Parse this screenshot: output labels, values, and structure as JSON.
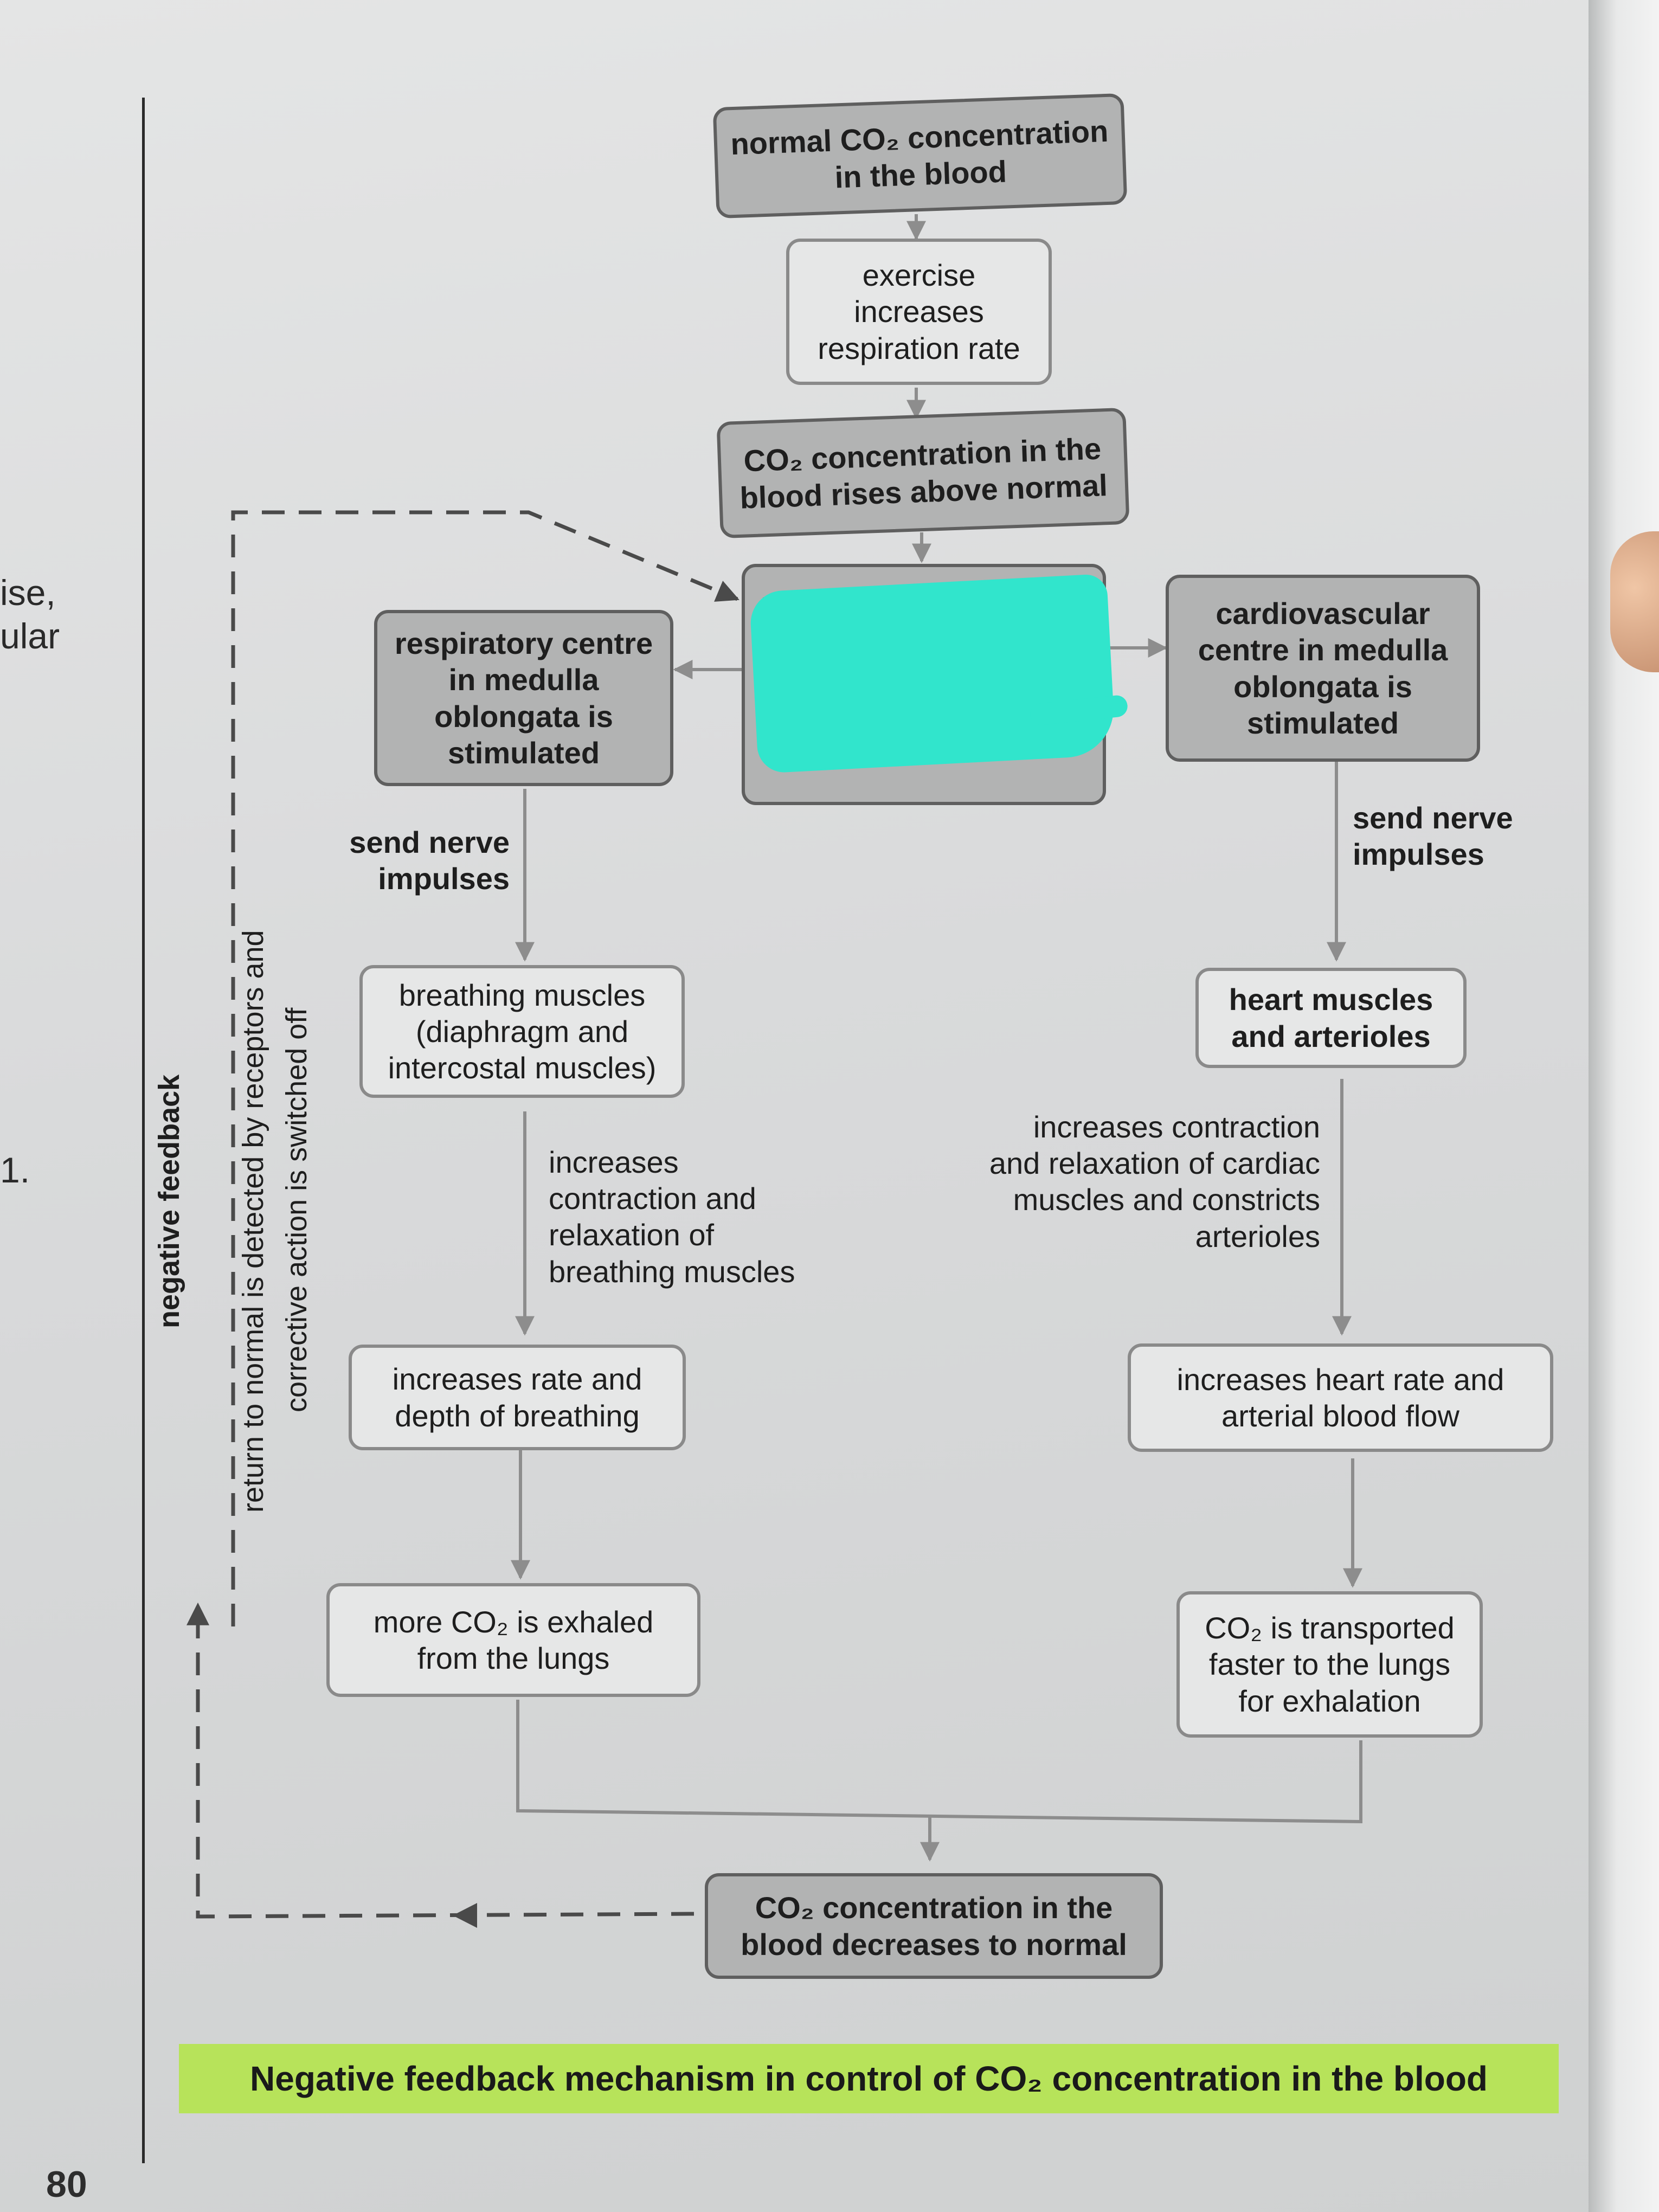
{
  "side_fragments": [
    "ise,",
    "ular",
    "1."
  ],
  "page_number": "80",
  "boxes": {
    "normal": "normal CO₂ concentration in the blood",
    "exercise": "exercise increases respiration rate",
    "rises": "CO₂ concentration in the blood rises above normal",
    "respiratory": "respiratory centre in medulla oblongata is stimulated",
    "cardio": "cardiovascular centre in medulla oblongata is stimulated",
    "breathing_muscles": "breathing muscles (diaphragm and intercostal muscles)",
    "heart_muscles": "heart muscles and arterioles",
    "rate_depth": "increases rate and depth of breathing",
    "heart_rate": "increases heart rate and arterial blood flow",
    "exhaled": "more CO₂ is exhaled from the lungs",
    "transported": "CO₂ is transported faster to the lungs for exhalation",
    "decreases": "CO₂ concentration in the blood decreases to normal"
  },
  "labels": {
    "send_left": "send nerve impulses",
    "send_right": "send nerve impulses",
    "contraction_left": "increases contraction and relaxation of breathing muscles",
    "contraction_right": "increases contraction and relaxation of cardiac muscles and constricts arterioles"
  },
  "feedback": {
    "title": "negative feedback",
    "line1": "return to normal is detected by receptors and",
    "line2": "corrective action is switched off"
  },
  "caption": "Negative feedback mechanism in control of CO₂ concentration in the blood",
  "redaction_color": "#31e5cc",
  "highlight_color": "#b7e35a"
}
